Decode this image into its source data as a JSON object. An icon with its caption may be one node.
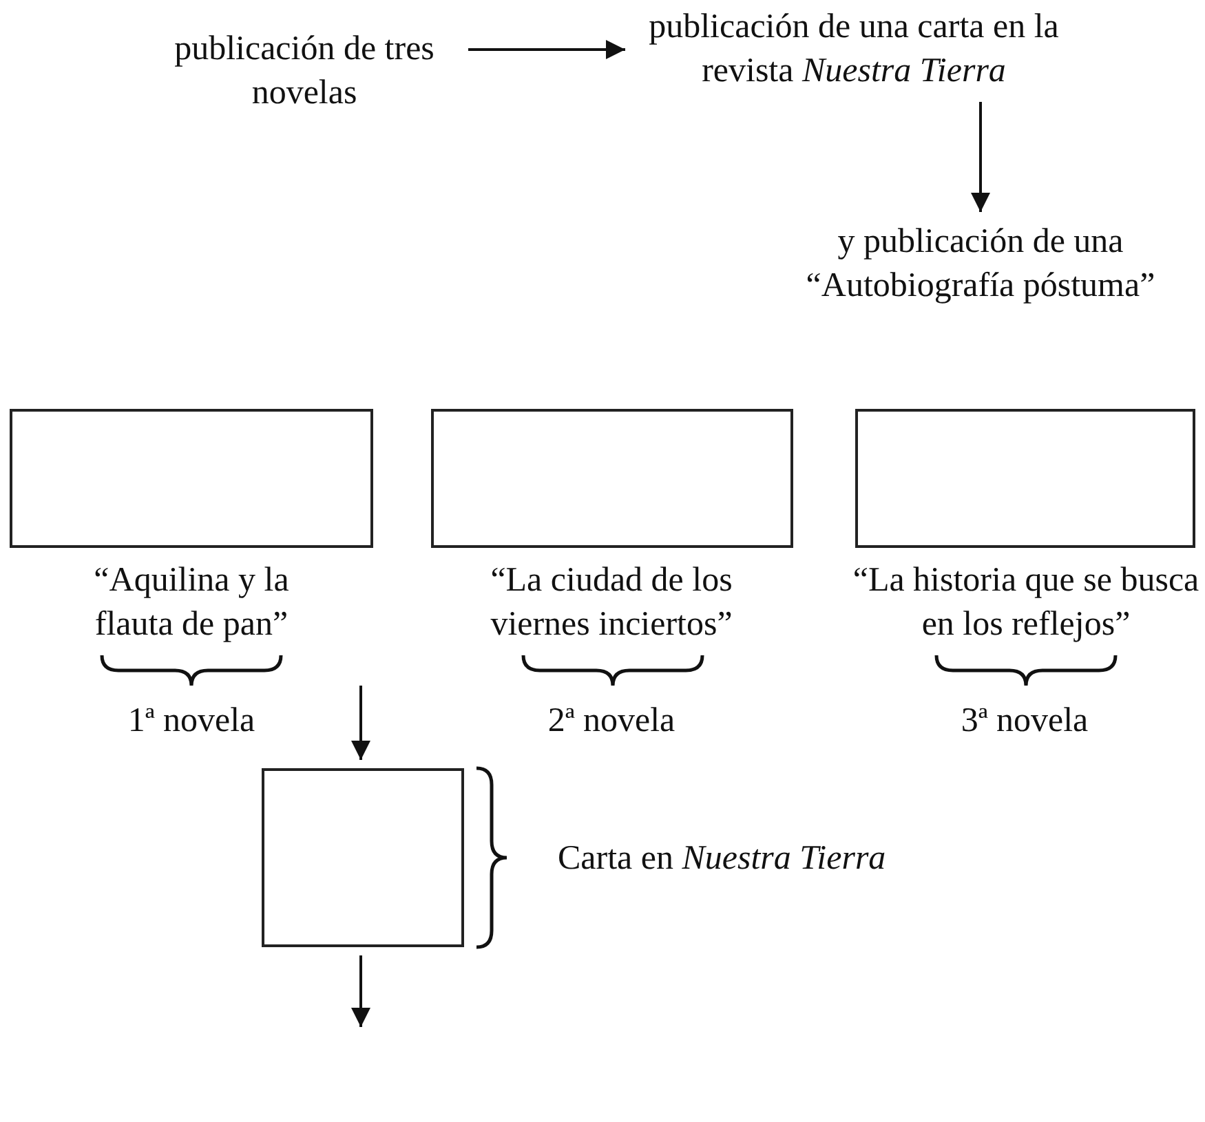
{
  "diagram": {
    "nodes": [
      {
        "text": [
          "publicación de tres novelas"
        ]
      },
      {
        "text": [
          "publicación de una carta en la revista *Nuestra Tierra*"
        ]
      },
      {
        "text": [
          "y publicación de una “Autobiografía póstuma”"
        ]
      },
      {
        "text": [],
        "shape": "box",
        "beside": [
          "“Aquilina y la flauta de pan”"
        ]
      },
      {
        "text": [],
        "shape": "box",
        "beside": [
          "“La ciudad de los viernes inciertos”"
        ]
      },
      {
        "text": [],
        "shape": "box",
        "beside": [
          "“La historia que se busca en los reflejos”"
        ]
      },
      {
        "text": [],
        "shape": "box",
        "beside": [
          "Carta en *Nuestra Tierra*"
        ]
      }
    ],
    "edges": [
      {
        "from": 0,
        "to": 1,
        "arrow": "to"
      },
      {
        "from": 1,
        "to": 2,
        "arrow": "to"
      },
      {
        "from": null,
        "to": 6,
        "arrow": "to"
      },
      {
        "from": 6,
        "to": null,
        "arrow": "to"
      }
    ],
    "labels": [
      "1ª novela",
      "2ª novela",
      "3ª novela"
    ]
  }
}
